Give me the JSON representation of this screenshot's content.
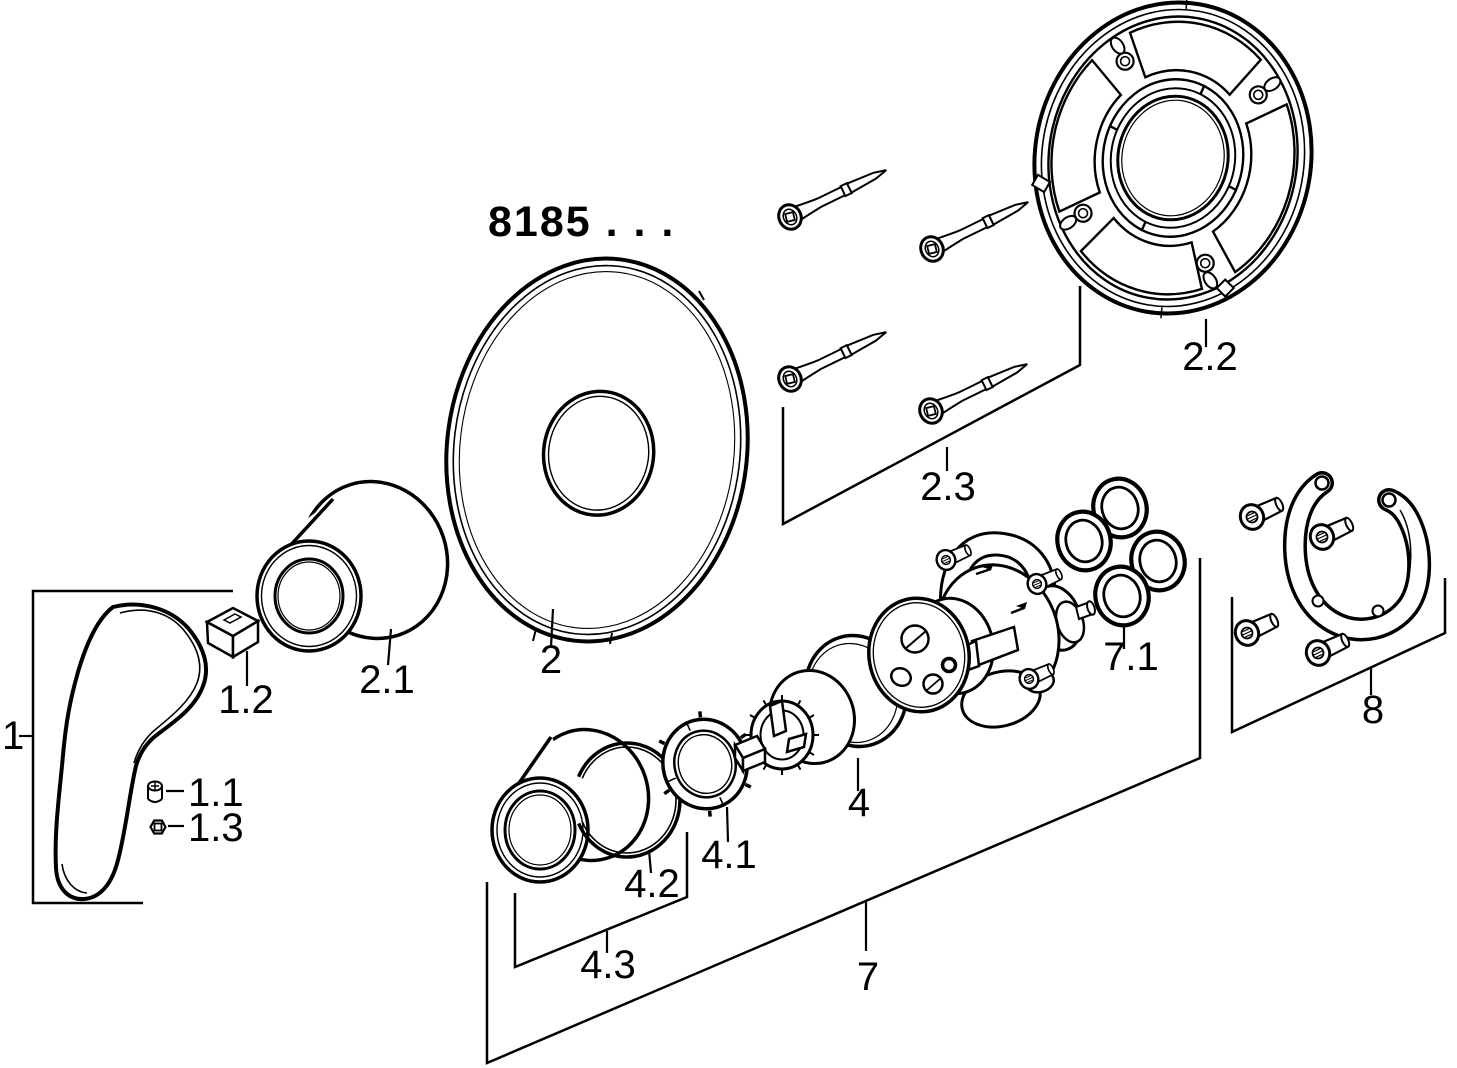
{
  "title": "8185 . . .",
  "labels": {
    "p1": "1",
    "p1_1": "1.1",
    "p1_2": "1.2",
    "p1_3": "1.3",
    "p2": "2",
    "p2_1": "2.1",
    "p2_2": "2.2",
    "p2_3": "2.3",
    "p4": "4",
    "p4_1": "4.1",
    "p4_2": "4.2",
    "p4_3": "4.3",
    "p7": "7",
    "p7_1": "7.1",
    "p8": "8"
  },
  "colors": {
    "line": "#000000",
    "background": "#ffffff"
  }
}
